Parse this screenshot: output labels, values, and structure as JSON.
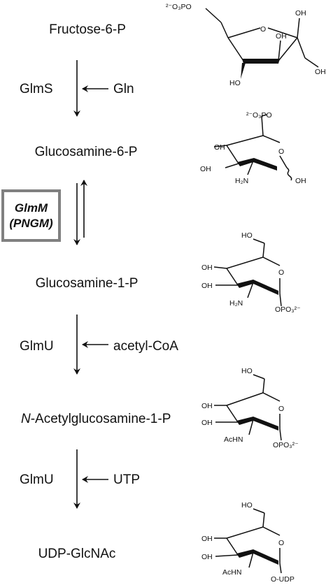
{
  "metabolites": [
    {
      "name": "Fructose-6-P"
    },
    {
      "name": "Glucosamine-6-P"
    },
    {
      "name": "Glucosamine-1-P"
    },
    {
      "prefix": "N",
      "name": "-Acetylglucosamine-1-P"
    },
    {
      "name": "UDP-GlcNAc"
    }
  ],
  "steps": [
    {
      "enzyme": "GlmS",
      "cosubstrate": "Gln"
    },
    {
      "enzyme_line1": "GlmM",
      "enzyme_line2": "(PNGM)",
      "reversible": true
    },
    {
      "enzyme": "GlmU",
      "cosubstrate": "acetyl-CoA"
    },
    {
      "enzyme": "GlmU",
      "cosubstrate": "UTP"
    }
  ],
  "structures": {
    "fructose": {
      "phosphate": "²⁻O₃PO",
      "oh1": "OH",
      "oh2": "OH",
      "oh3": "OH",
      "oh4": "HO",
      "ring_o": "O"
    },
    "glcn6p": {
      "phosphate": "²⁻O₃PO",
      "oh1": "OH",
      "oh2": "OH",
      "oh_anomeric": "OH",
      "amine": "H₂N",
      "ring_o": "O"
    },
    "glcn1p": {
      "ho": "HO",
      "oh1": "OH",
      "oh2": "OH",
      "amine": "H₂N",
      "phosphate": "OPO₃²⁻",
      "ring_o": "O"
    },
    "glcnac1p": {
      "ho": "HO",
      "oh1": "OH",
      "oh2": "OH",
      "amide": "AcHN",
      "phosphate": "OPO₃²⁻",
      "ring_o": "O"
    },
    "udpglcnac": {
      "ho": "HO",
      "oh1": "OH",
      "oh2": "OH",
      "amide": "AcHN",
      "udp": "O-UDP",
      "ring_o": "O"
    }
  }
}
